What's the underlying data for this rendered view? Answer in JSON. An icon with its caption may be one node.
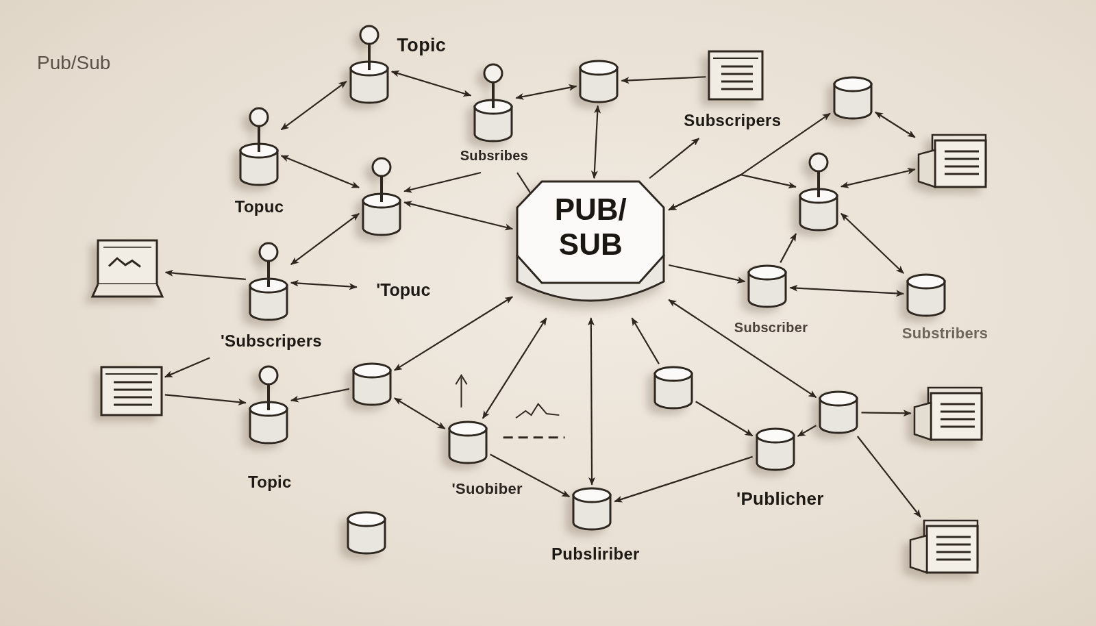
{
  "diagram": {
    "title": "Pub/Sub",
    "nodes": [
      {
        "text": [
          "PUB/ SUB"
        ]
      },
      {
        "text": [],
        "shape": "cylinder",
        "beside": [
          "Topic"
        ]
      },
      {
        "text": [],
        "shape": "cylinder",
        "beside": [
          "Subsribes"
        ]
      },
      {
        "text": [],
        "shape": "cylinder"
      },
      {
        "text": [],
        "shape": "picture",
        "beside": [
          "Subscripers"
        ]
      },
      {
        "text": [],
        "shape": "cylinder"
      },
      {
        "text": [],
        "shape": "cylinder",
        "beside": [
          "Topuc"
        ]
      },
      {
        "text": [],
        "shape": "picture"
      },
      {
        "text": [],
        "shape": "cylinder"
      },
      {
        "text": [],
        "shape": "cylinder"
      },
      {
        "text": [],
        "shape": "picture"
      },
      {
        "text": [],
        "shape": "cylinder",
        "beside": [
          "'Subscripers"
        ]
      },
      {
        "text": [
          "'Topuc"
        ]
      },
      {
        "text": [],
        "shape": "cylinder",
        "beside": [
          "Subscriber"
        ]
      },
      {
        "text": [],
        "shape": "cylinder",
        "beside": [
          "Substribers"
        ]
      },
      {
        "text": [],
        "shape": "cylinder"
      },
      {
        "text": [],
        "shape": "picture"
      },
      {
        "text": [],
        "shape": "cylinder"
      },
      {
        "text": [],
        "shape": "cylinder",
        "beside": [
          "Topic"
        ]
      },
      {
        "text": [],
        "shape": "cylinder"
      },
      {
        "text": [],
        "shape": "picture"
      },
      {
        "text": [],
        "shape": "cylinder",
        "beside": [
          "'Suobiber"
        ]
      },
      {
        "text": [],
        "shape": "cylinder",
        "beside": [
          "'Publicher"
        ]
      },
      {
        "text": [],
        "shape": "cylinder",
        "beside": [
          "Pubsliriber"
        ]
      },
      {
        "text": [],
        "shape": "cylinder"
      },
      {
        "text": [],
        "shape": "picture"
      }
    ],
    "edges": [
      {
        "from": 6,
        "to": 1,
        "arrow": "both"
      },
      {
        "from": 1,
        "to": 2,
        "arrow": "both"
      },
      {
        "from": 2,
        "to": 3,
        "arrow": "both"
      },
      {
        "from": 3,
        "to": 0,
        "arrow": "both"
      },
      {
        "from": 4,
        "to": 3,
        "arrow": "to"
      },
      {
        "from": 2,
        "to": 8,
        "arrow": "to"
      },
      {
        "from": 2,
        "to": 0,
        "arrow": "none"
      },
      {
        "from": 6,
        "to": 8,
        "arrow": "both"
      },
      {
        "from": 8,
        "to": 0,
        "arrow": "both"
      },
      {
        "from": 0,
        "to": 4,
        "arrow": "to"
      },
      {
        "from": 0,
        "to": 5,
        "arrow": "both"
      },
      {
        "from": 0,
        "to": 9,
        "arrow": "both"
      },
      {
        "from": 5,
        "to": 7,
        "arrow": "both"
      },
      {
        "from": 7,
        "to": 9,
        "arrow": "both"
      },
      {
        "from": 13,
        "to": 9,
        "arrow": "to"
      },
      {
        "from": 9,
        "to": 14,
        "arrow": "both"
      },
      {
        "from": 0,
        "to": 13,
        "arrow": "to"
      },
      {
        "from": 13,
        "to": 14,
        "arrow": "both"
      },
      {
        "from": 15,
        "to": 0,
        "arrow": "both"
      },
      {
        "from": 11,
        "to": 10,
        "arrow": "to"
      },
      {
        "from": 11,
        "to": 12,
        "arrow": "both"
      },
      {
        "from": 11,
        "to": 8,
        "arrow": "both"
      },
      {
        "from": 11,
        "to": 16,
        "arrow": "to"
      },
      {
        "from": 16,
        "to": 18,
        "arrow": "to"
      },
      {
        "from": 15,
        "to": 18,
        "arrow": "to"
      },
      {
        "from": 15,
        "to": 21,
        "arrow": "both"
      },
      {
        "from": 0,
        "to": 21,
        "arrow": "both"
      },
      {
        "from": 21,
        "to": 23,
        "arrow": "to"
      },
      {
        "from": 0,
        "to": 23,
        "arrow": "both"
      },
      {
        "from": 17,
        "to": 0,
        "arrow": "to"
      },
      {
        "from": 17,
        "to": 22,
        "arrow": "to"
      },
      {
        "from": 22,
        "to": 23,
        "arrow": "to"
      },
      {
        "from": 0,
        "to": 19,
        "arrow": "both"
      },
      {
        "from": 19,
        "to": 22,
        "arrow": "to"
      },
      {
        "from": 19,
        "to": 20,
        "arrow": "to"
      },
      {
        "from": 19,
        "to": 25,
        "arrow": "to"
      }
    ]
  }
}
